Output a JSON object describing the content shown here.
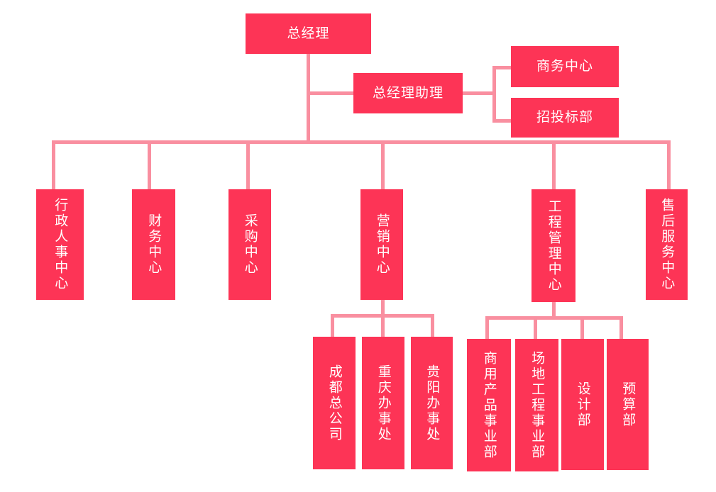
{
  "diagram": {
    "title_text": "",
    "colors": {
      "node_fill": "#fd3456",
      "node_text": "#ffffff",
      "connector": "#f98fa0",
      "background": "#ffffff"
    },
    "nodes": {
      "general_manager": "总经理",
      "gm_assistant": "总经理助理",
      "business_center": "商务中心",
      "bidding_dept": "招投标部",
      "admin_hr_center": "行政人事中心",
      "finance_center": "财务中心",
      "purchasing_center": "采购中心",
      "marketing_center": "营销中心",
      "engineering_mgmt_center": "工程管理中心",
      "after_sales_center": "售后服务中心",
      "chengdu_head_office": "成都总公司",
      "chongqing_office": "重庆办事处",
      "guiyang_office": "贵阳办事处",
      "commercial_product_div": "商用产品事业部",
      "site_engineering_div": "场地工程事业部",
      "design_dept": "设计部",
      "budget_dept": "预算部"
    }
  }
}
